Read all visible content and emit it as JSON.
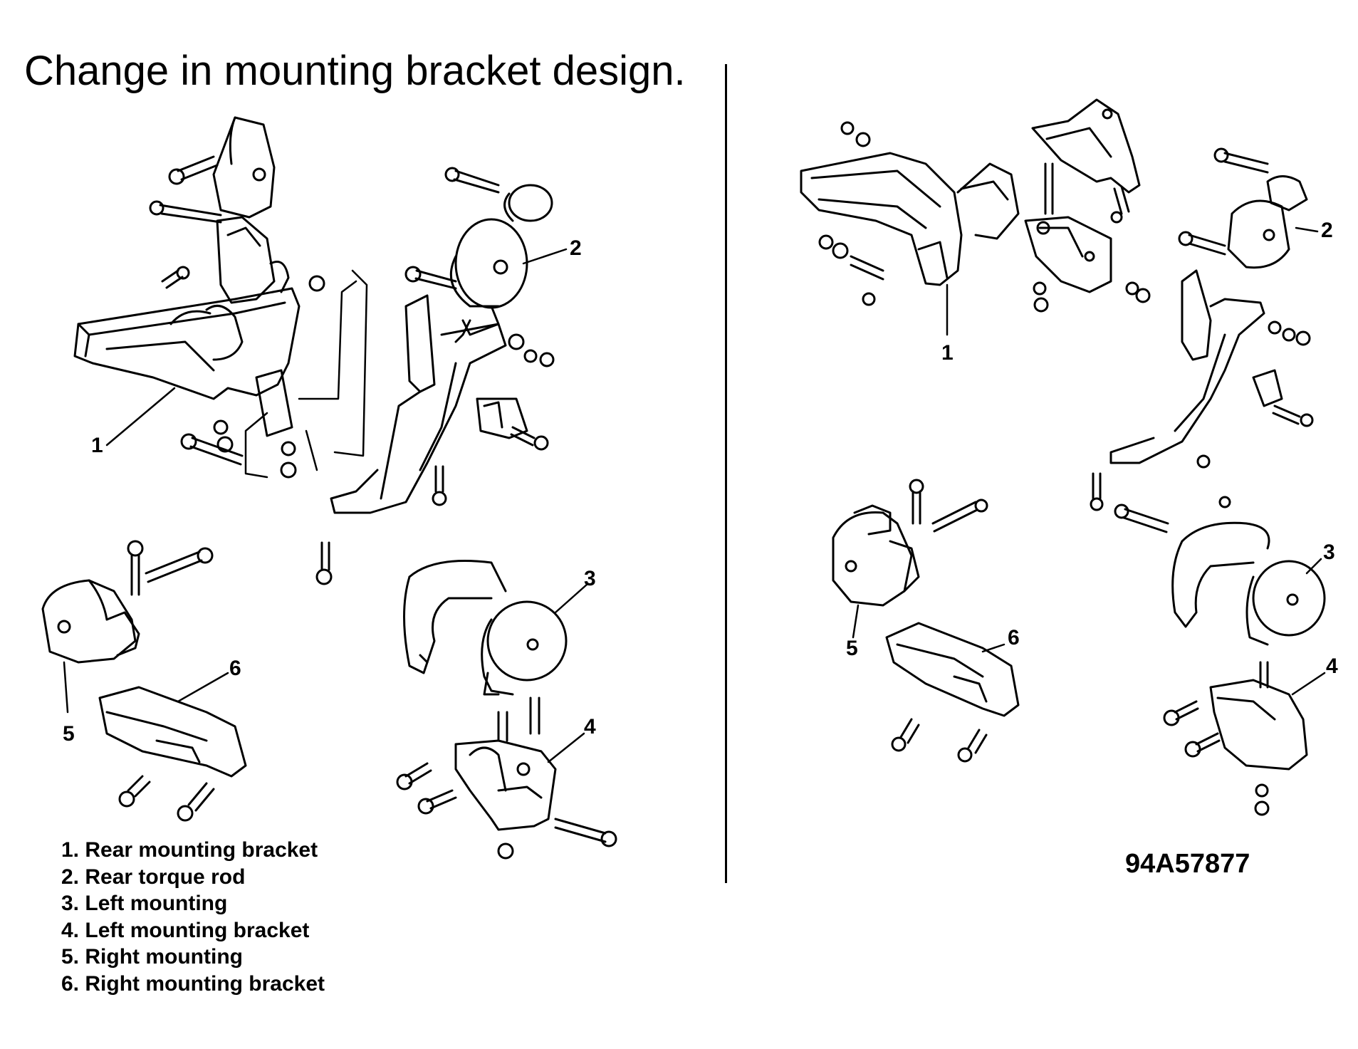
{
  "title": "Change in mounting bracket design.",
  "legend": [
    {
      "num": "1.",
      "label": "Rear mounting bracket"
    },
    {
      "num": "2.",
      "label": "Rear torque rod"
    },
    {
      "num": "3.",
      "label": "Left mounting"
    },
    {
      "num": "4.",
      "label": "Left mounting bracket"
    },
    {
      "num": "5.",
      "label": "Right mounting"
    },
    {
      "num": "6.",
      "label": "Right mounting bracket"
    }
  ],
  "callouts": {
    "left": [
      "1",
      "2",
      "3",
      "4",
      "5",
      "6"
    ],
    "right": [
      "1",
      "2",
      "3",
      "4",
      "5",
      "6"
    ]
  },
  "figure_code": "94A57877"
}
